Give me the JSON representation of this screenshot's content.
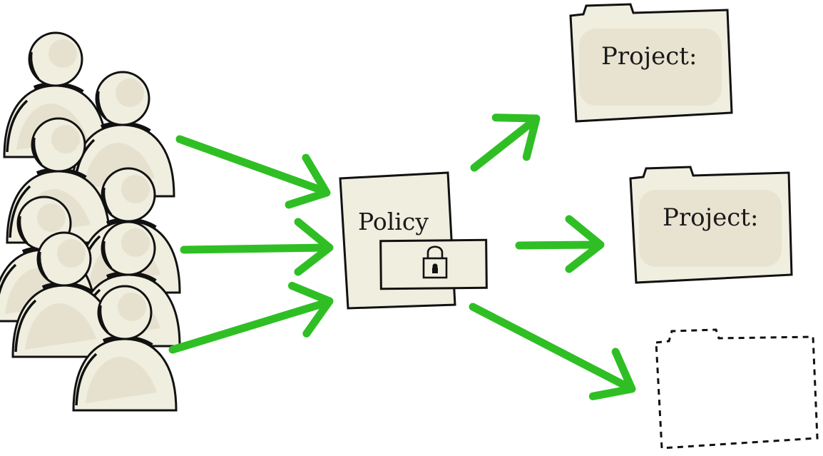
{
  "policy": {
    "label": "Policy",
    "lock_icon": "padlock-icon"
  },
  "projects": [
    {
      "label": "Project:"
    },
    {
      "label": "Project:"
    },
    {
      "label": ""
    }
  ],
  "users": {
    "icon": "person-icon",
    "count": 8
  },
  "colors": {
    "arrow": "#2fbf24",
    "paper": "#efeedf",
    "paper_shade": "#e2dcc8",
    "ink": "#111111",
    "background": "#ffffff"
  }
}
